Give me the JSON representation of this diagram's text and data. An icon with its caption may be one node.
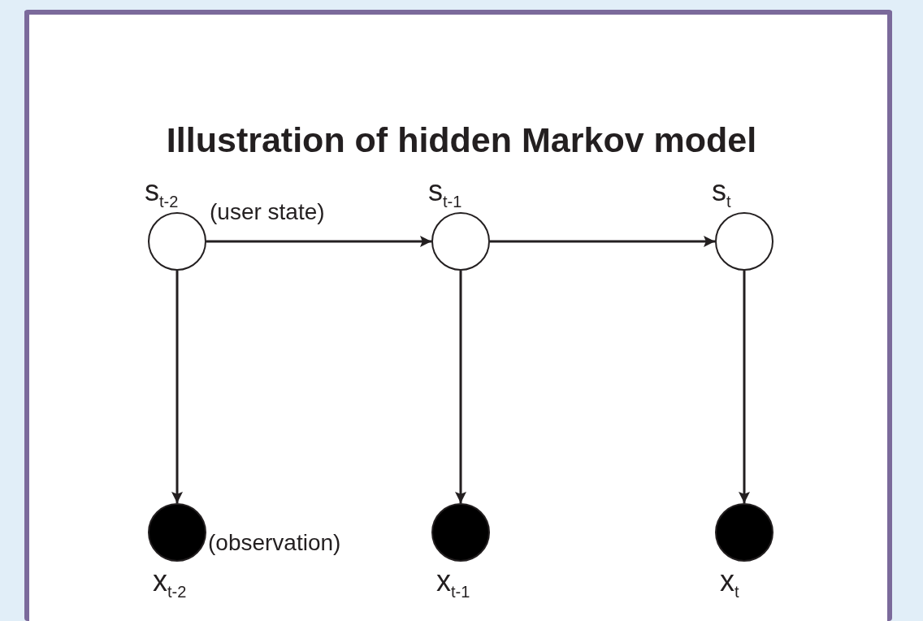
{
  "diagram": {
    "title": "Illustration of hidden Markov model",
    "nodes": [
      {
        "text": [],
        "shape": "circle",
        "beside": [
          "s$_{t-2}$",
          "(user state)"
        ]
      },
      {
        "text": [],
        "shape": "circle",
        "beside": [
          "s$_{t-1}$"
        ]
      },
      {
        "text": [],
        "shape": "circle",
        "beside": [
          "s$_{t}$"
        ]
      },
      {
        "text": [],
        "shape": "circle",
        "beside": [
          "(observation)",
          "x$_{t-2}$"
        ]
      },
      {
        "text": [],
        "shape": "circle",
        "beside": [
          "x$_{t-1}$"
        ]
      },
      {
        "text": [],
        "shape": "circle",
        "beside": [
          "x$_{t}$"
        ]
      }
    ],
    "edges": [
      {
        "from": 0,
        "to": 1,
        "arrow": "to"
      },
      {
        "from": 1,
        "to": 2,
        "arrow": "to"
      },
      {
        "from": 0,
        "to": 3,
        "arrow": "to"
      },
      {
        "from": 1,
        "to": 4,
        "arrow": "to"
      },
      {
        "from": 2,
        "to": 5,
        "arrow": "to"
      }
    ]
  }
}
